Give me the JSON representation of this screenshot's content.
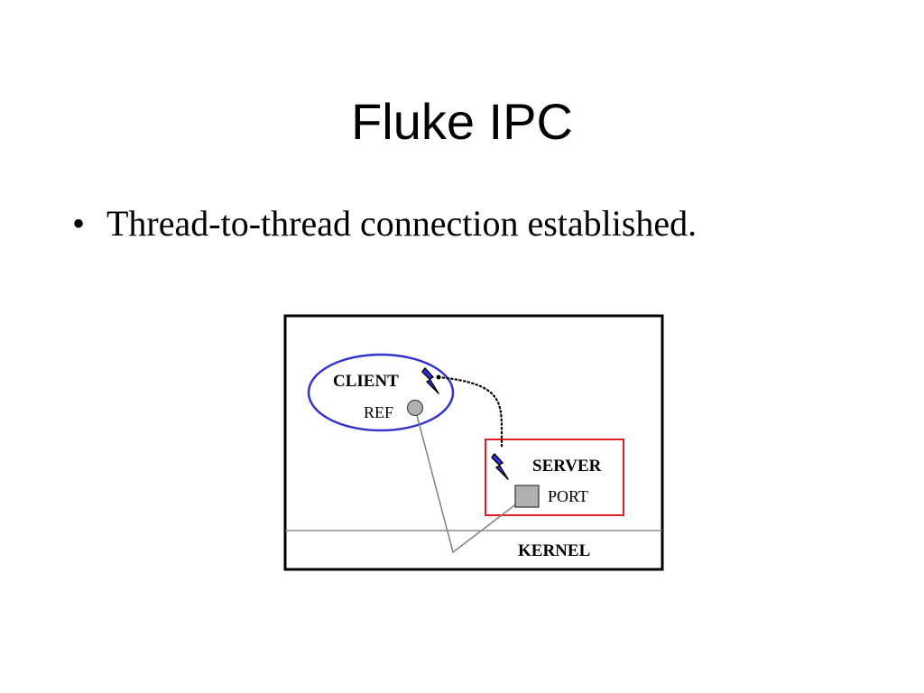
{
  "slide": {
    "title": "Fluke IPC",
    "bullets": [
      {
        "symbol": "•",
        "text": "Thread-to-thread connection established."
      }
    ]
  },
  "diagram": {
    "client": {
      "label": "CLIENT",
      "ref_label": "REF"
    },
    "server": {
      "label": "SERVER",
      "port_label": "PORT"
    },
    "kernel": {
      "label": "KERNEL"
    },
    "colors": {
      "client_outline": "#3333cc",
      "server_outline": "#e02020",
      "thread_bolt_fill": "#3333ee",
      "ref_port_fill": "#b0b0b0",
      "kernel_link_line": "#808080",
      "frame_border": "#000000"
    },
    "icons": [
      "lightning-bolt-icon",
      "ref-circle-icon",
      "port-square-icon"
    ]
  }
}
